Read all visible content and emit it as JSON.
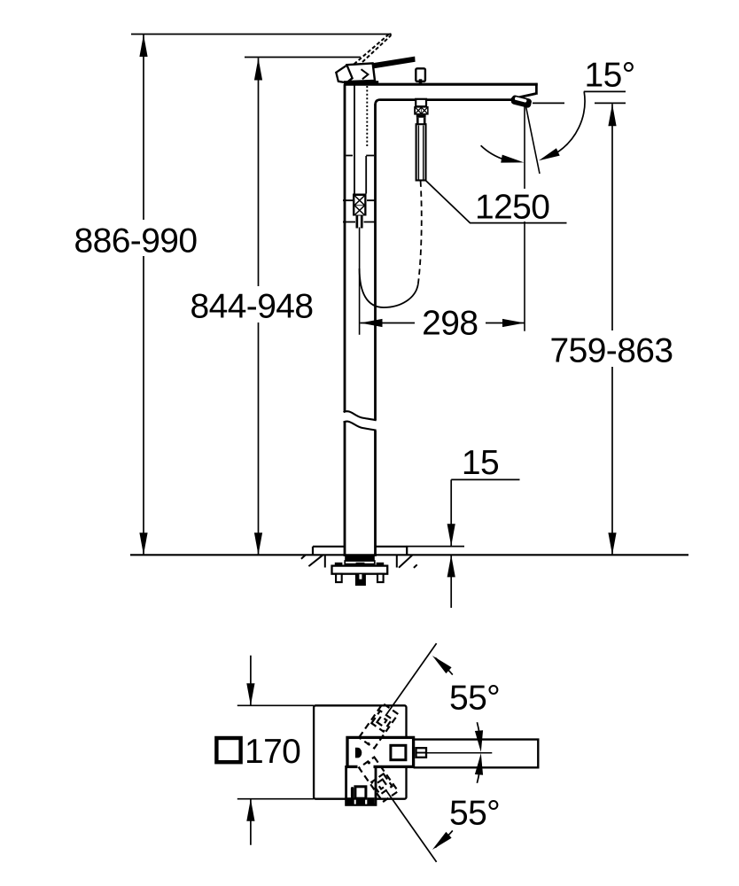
{
  "drawing": {
    "type": "technical-installation-diagram",
    "subject": "floor-mounted-bath-mixer-with-hand-shower",
    "colors": {
      "line": "#000000",
      "background": "#ffffff"
    },
    "elevation": {
      "dim_total_height": "886-990",
      "dim_handle_height": "844-948",
      "dim_spout_outlet_height": "759-863",
      "dim_spout_reach": "298",
      "dim_hose_length": "1250",
      "dim_base_plate_height": "15",
      "angle_spout_spray": "15°"
    },
    "plan": {
      "dim_base_plate_size": "170",
      "square_symbol": "□",
      "angle_handle_up": "55°",
      "angle_handle_down": "55°"
    }
  }
}
